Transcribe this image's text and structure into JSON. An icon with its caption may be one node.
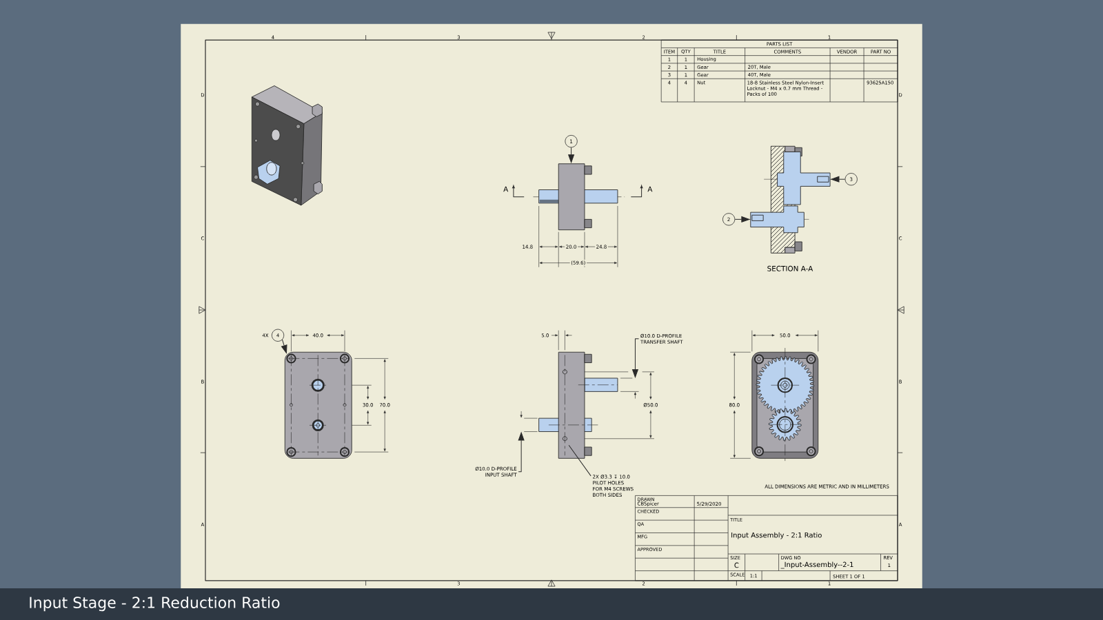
{
  "diagram": {
    "caption": "Input Stage - 2:1 Reduction Ratio",
    "nodes": [
      {
        "text": [
          "1"
        ]
      },
      {
        "text": [
          "2"
        ]
      },
      {
        "text": [
          "3"
        ]
      },
      {
        "text": [
          "4"
        ],
        "beside": [
          "4X"
        ]
      },
      {
        "text": [
          "Ø10.0 D-PROFILE TRANSFER SHAFT"
        ]
      },
      {
        "text": [
          "Ø10.0 D-PROFILE INPUT SHAFT"
        ]
      },
      {
        "text": [
          "2X Ø3.3 ↧ 10.0 PILOT HOLES FOR M4 SCREWS BOTH SIDES"
        ]
      },
      {
        "text": [],
        "shape": "picture"
      },
      {
        "text": [],
        "shape": "picture"
      },
      {
        "text": [],
        "shape": "picture"
      },
      {
        "text": [],
        "shape": "picture"
      }
    ],
    "edges": [
      {
        "from": 0,
        "to": 7,
        "arrow": "to"
      },
      {
        "from": 1,
        "to": 8,
        "arrow": "to"
      },
      {
        "from": 2,
        "to": 8,
        "arrow": "to"
      },
      {
        "from": 3,
        "to": 9,
        "arrow": "to"
      },
      {
        "from": 4,
        "to": null,
        "arrow": "to"
      },
      {
        "from": 5,
        "to": null,
        "arrow": "to"
      },
      {
        "from": 6,
        "to": 10,
        "arrow": "none"
      }
    ],
    "labels": [
      "4",
      "3",
      "2",
      "1",
      "PARTS LIST",
      "ITEM",
      "QTY",
      "TITLE",
      "COMMENTS",
      "VENDOR",
      "PART NO",
      "1",
      "1",
      "Housing",
      "2",
      "1",
      "Gear",
      "20T, Male",
      "3",
      "1",
      "Gear",
      "40T, Male",
      "4",
      "4",
      "Nut",
      "18-8 Stainless Steel Nylon-Insert Locknut - M4 x 0.7 mm Thread - Packs of 100",
      "93625A150",
      "D",
      "D",
      "A",
      "A",
      "C",
      "C",
      "14.8",
      "20.0",
      "24.8",
      "(59.6)",
      "SECTION A-A",
      "40.0",
      "5.0",
      "50.0",
      "B",
      "B",
      "30.0",
      "70.0",
      "Ø50.0",
      "80.0",
      "ALL DIMENSIONS ARE METRIC AND IN MILLIMETERS",
      "A",
      "A",
      "DRAWN",
      "CBSpicer",
      "5/29/2020",
      "CHECKED",
      "QA",
      "MFG",
      "APPROVED",
      "TITLE",
      "Input Assembly - 2:1 Ratio",
      "SIZE",
      "C",
      "DWG NO",
      "_Input-Assembly--2-1",
      "REV",
      "1",
      "SCALE",
      "1:1",
      "SHEET 1  OF 1",
      "3",
      "2",
      "1"
    ]
  }
}
